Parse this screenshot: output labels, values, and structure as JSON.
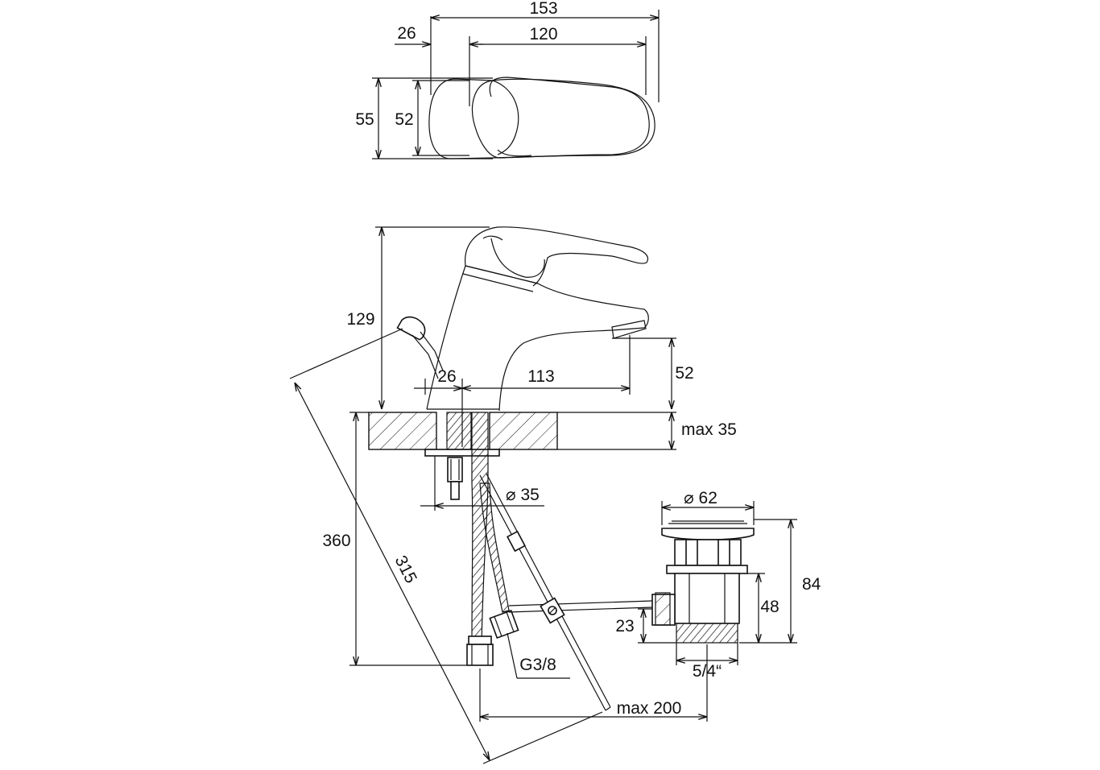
{
  "dimensions": {
    "top_width_total": "153",
    "top_offset": "26",
    "top_width_body": "120",
    "top_height_outer": "55",
    "top_height_inner": "52",
    "total_height": "129",
    "spout_height": "52",
    "hole_offset": "26",
    "spout_reach": "113",
    "worktop_thickness": "max 35",
    "hole_diameter": "⌀ 35",
    "hose_length": "360",
    "rod_length": "315",
    "waste_diameter": "⌀ 62",
    "waste_height": "84",
    "waste_body_height": "48",
    "waste_outlet_height": "23",
    "waste_thread": "5/4“",
    "hose_thread": "G3/8",
    "rod_reach": "max 200"
  }
}
